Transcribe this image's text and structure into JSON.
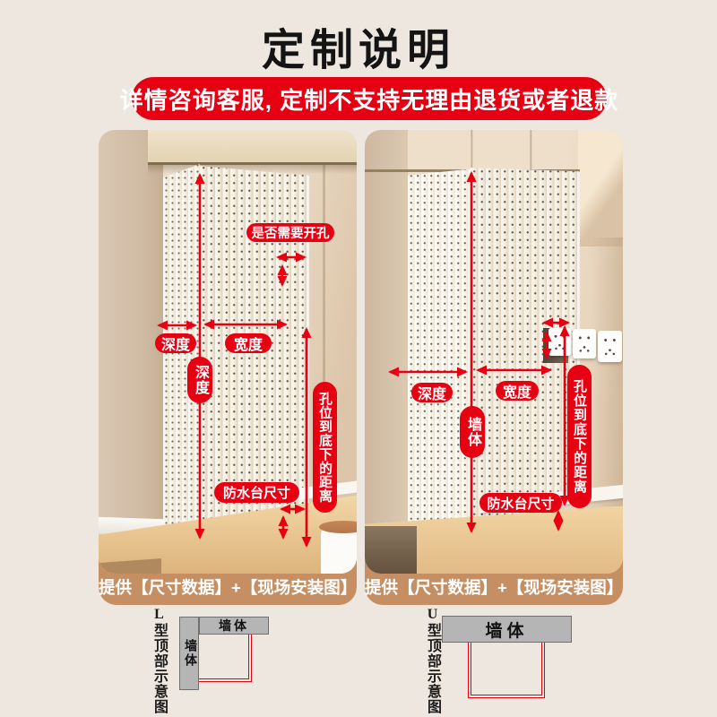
{
  "header": {
    "title": "定制说明",
    "banner": "详情咨询客服, 定制不支持无理由退货或者退款"
  },
  "colors": {
    "accent_red": "#E60012",
    "caption_bar_brown": "#C68F63",
    "page_background": "#EDE7DF",
    "diagram_wall_gray": "#B5B5B5"
  },
  "panels": [
    {
      "caption": "提供【尺寸数据】+【现场安装图】",
      "labels": {
        "need_hole": "是否需要开孔",
        "depth_horizontal": "深度",
        "width": "宽度",
        "depth_vertical": "深度",
        "waterproof_base": "防水台尺寸",
        "hole_to_bottom": "孔位到底下的距离"
      }
    },
    {
      "caption": "提供【尺寸数据】+【现场安装图】",
      "labels": {
        "depth": "深度",
        "width": "宽度",
        "wall": "墙体",
        "waterproof_base": "防水台尺寸",
        "hole_to_bottom": "孔位到底下的距离"
      }
    }
  ],
  "diagrams": {
    "l_type": {
      "label": "L型顶部示意图",
      "wall_horizontal": "墙体",
      "wall_vertical": "墙体"
    },
    "u_type": {
      "label": "U型顶部示意图",
      "wall": "墙体"
    }
  }
}
